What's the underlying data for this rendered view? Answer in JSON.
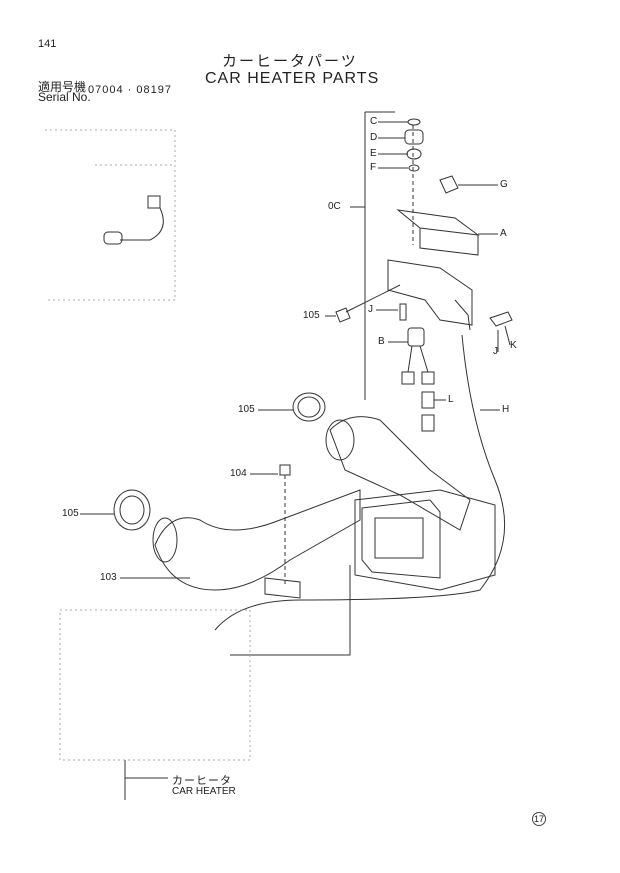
{
  "page_number": "141",
  "title_jp": "カーヒータパーツ",
  "title_en": "CAR HEATER PARTS",
  "serial_label_jp": "適用号機",
  "serial_label_en": "Serial No.",
  "serial_range": "07004 · 08197",
  "labels": {
    "C": "C",
    "D": "D",
    "E": "E",
    "F": "F",
    "G": "G",
    "A": "A",
    "cc": "0C",
    "p105a": "105",
    "J": "J",
    "B": "B",
    "K": "K",
    "J2": "J",
    "L": "L",
    "H": "H",
    "p105b": "105",
    "p104": "104",
    "p105c": "105",
    "p103": "103"
  },
  "footer_jp": "カーヒータ",
  "footer_en": "CAR HEATER",
  "corner_marker": "17"
}
